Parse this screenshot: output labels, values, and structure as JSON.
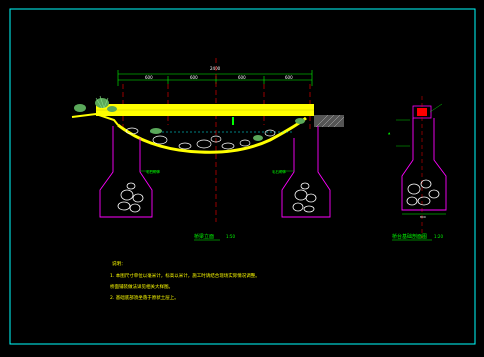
{
  "drawing": {
    "frame_color": "#00ffff",
    "background": "#000000",
    "palette": {
      "deck": "#ffff00",
      "abutment": "#ff00ff",
      "centerline": "#ff0000",
      "dimension": "#00ff00",
      "water": "#00ffff",
      "stones": "#ffffff",
      "text_yellow": "#ffff00",
      "text_green": "#00ff00"
    }
  },
  "main_view": {
    "caption": "桥梁立面",
    "scale": "1:50"
  },
  "side_view": {
    "caption": "桥台基础剖面图",
    "scale": "1:20"
  },
  "notes": {
    "title": "说明：",
    "lines": [
      "1. 本图尺寸单位以毫米计，标高以米计，施工时请结合现场实际情况调整。",
      "   桥面铺装做法详见相关大样图。",
      "2. 基础底部须坐落于原状土层上。"
    ]
  }
}
